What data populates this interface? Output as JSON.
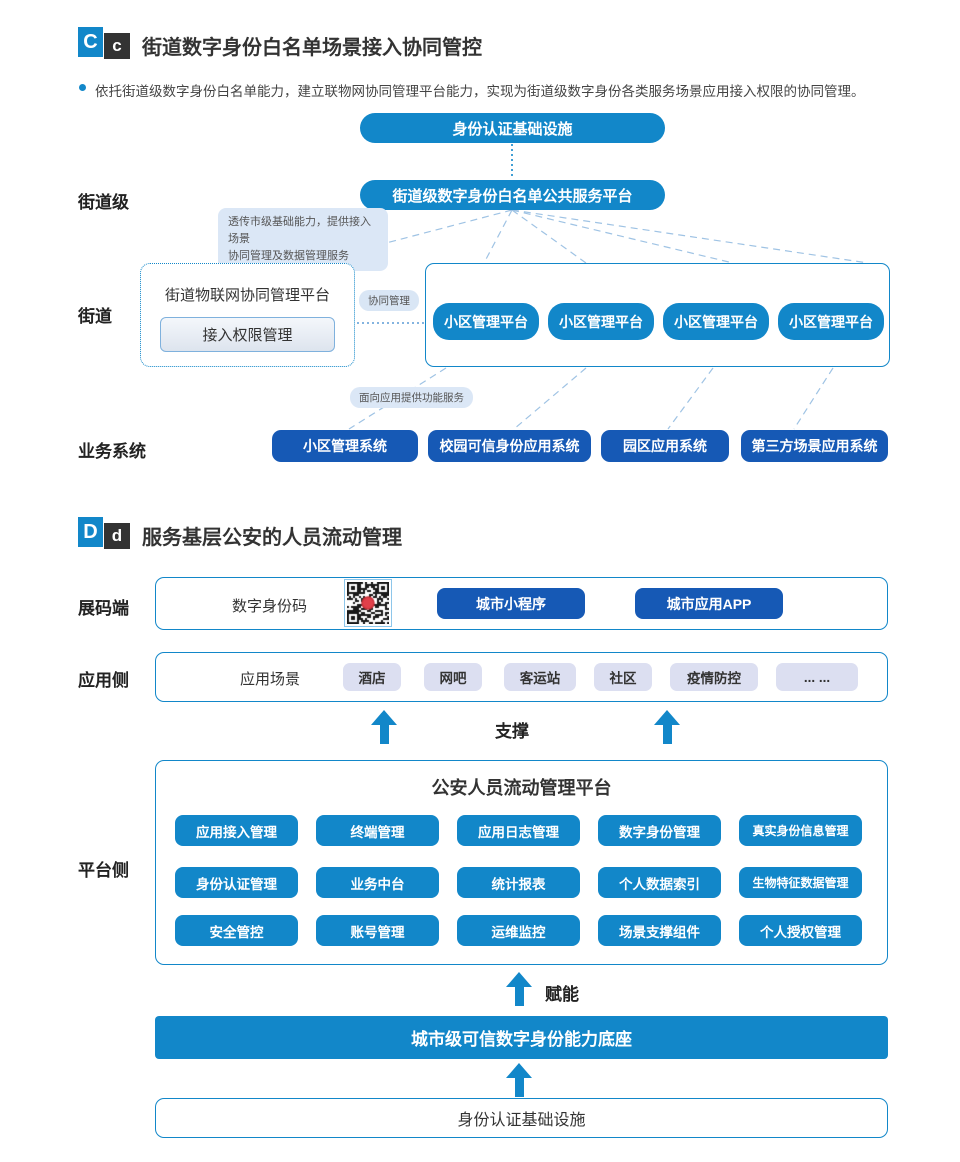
{
  "sectionC": {
    "badge_main": "C",
    "badge_sub": "c",
    "title": "街道数字身份白名单场景接入协同管控",
    "bullet": "依托街道级数字身份白名单能力，建立联物网协同管理平台能力，实现为街道级数字身份各类服务场景应用接入权限的协同管理。",
    "top_pill": "身份认证基础设施",
    "platform_pill": "街道级数字身份白名单公共服务平台",
    "row_labels": {
      "level1": "街道级",
      "level2": "街道",
      "level3": "业务系统"
    },
    "note1_line1": "透传市级基础能力，提供接入场景",
    "note1_line2": "协同管理及数据管理服务",
    "iot_box": {
      "title": "街道物联网协同管理平台",
      "inner": "接入权限管理"
    },
    "collab_tag": "协同管理",
    "community_platforms": [
      "小区管理平台",
      "小区管理平台",
      "小区管理平台",
      "小区管理平台"
    ],
    "note2": "面向应用提供功能服务",
    "business_systems": [
      "小区管理系统",
      "校园可信身份应用系统",
      "园区应用系统",
      "第三方场景应用系统"
    ]
  },
  "sectionD": {
    "badge_main": "D",
    "badge_sub": "d",
    "title": "服务基层公安的人员流动管理",
    "row_labels": {
      "scan": "展码端",
      "app": "应用侧",
      "platform": "平台侧"
    },
    "scan_row": {
      "label": "数字身份码",
      "qr_icon": "qr-code",
      "pills": [
        "城市小程序",
        "城市应用APP"
      ]
    },
    "app_row": {
      "label": "应用场景",
      "scenes": [
        "酒店",
        "网吧",
        "客运站",
        "社区",
        "疫情防控",
        "... ..."
      ]
    },
    "support_label": "支撑",
    "platform_box": {
      "title": "公安人员流动管理平台",
      "modules": [
        [
          "应用接入管理",
          "终端管理",
          "应用日志管理",
          "数字身份管理",
          "真实身份信息管理"
        ],
        [
          "身份认证管理",
          "业务中台",
          "统计报表",
          "个人数据索引",
          "生物特征数据管理"
        ],
        [
          "安全管控",
          "账号管理",
          "运维监控",
          "场景支撑组件",
          "个人授权管理"
        ]
      ]
    },
    "empower_label": "赋能",
    "base_bar": "城市级可信数字身份能力底座",
    "infra_box": "身份认证基础设施"
  },
  "colors": {
    "accent_blue": "#1287c9",
    "dark_blue": "#1659b5",
    "note_bg": "#dbe7f6",
    "scene_bg": "#dcdff1",
    "wire": "#9fc3e4"
  }
}
